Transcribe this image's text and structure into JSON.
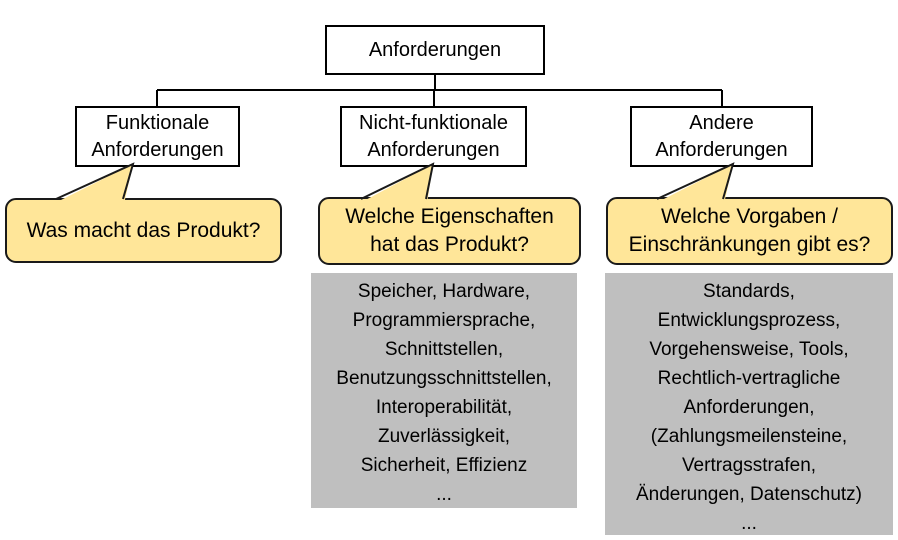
{
  "tree": {
    "root_label": "Anforderungen",
    "children": [
      {
        "line1": "Funktionale",
        "line2": "Anforderungen"
      },
      {
        "line1": "Nicht-funktionale",
        "line2": "Anforderungen"
      },
      {
        "line1": "Andere",
        "line2": "Anforderungen"
      }
    ]
  },
  "callouts": [
    {
      "line1": "Was macht das Produkt?"
    },
    {
      "line1": "Welche Eigenschaften",
      "line2": "hat das Produkt?"
    },
    {
      "line1": "Welche Vorgaben /",
      "line2": "Einschränkungen gibt es?"
    }
  ],
  "details": [
    {
      "lines": [
        "Speicher, Hardware,",
        "Programmiersprache,",
        "Schnittstellen,",
        "Benutzungsschnittstellen,",
        "Interoperabilität,",
        "Zuverlässigkeit,",
        "Sicherheit, Effizienz",
        "..."
      ]
    },
    {
      "lines": [
        "Standards,",
        "Entwicklungsprozess,",
        "Vorgehensweise, Tools,",
        "Rechtlich-vertragliche",
        "Anforderungen,",
        "(Zahlungsmeilensteine,",
        "Vertragsstrafen,",
        "Änderungen, Datenschutz)",
        "..."
      ]
    }
  ],
  "colors": {
    "background": "#FFFFFF",
    "box_fill": "#FFFFFF",
    "box_border": "#000000",
    "callout_fill": "#FFE699",
    "callout_border": "#1A1A1A",
    "detail_fill": "#BFBFBF",
    "text": "#000000"
  }
}
